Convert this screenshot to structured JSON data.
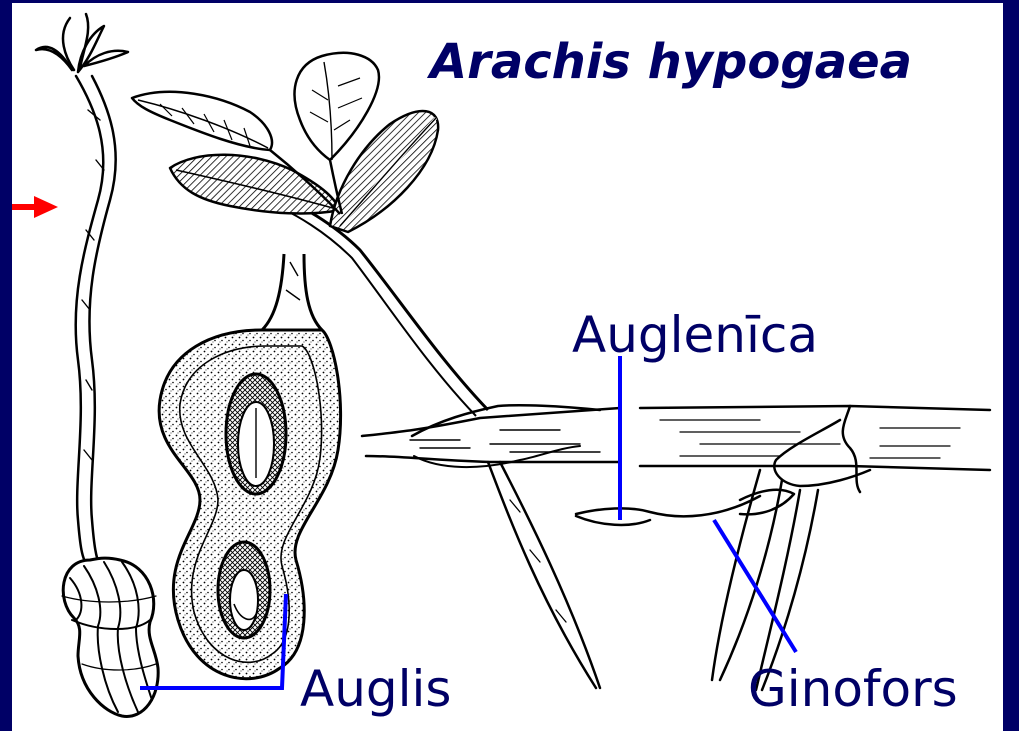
{
  "title": "Arachis hypogaea",
  "labels": {
    "auglenica": "Auglenīca",
    "auglis": "Auglis",
    "ginofors": "Ginofors"
  },
  "colors": {
    "background": "#000066",
    "panel": "#ffffff",
    "text": "#000066",
    "leader_lines": "#0000ff",
    "arrow": "#ff0000"
  }
}
